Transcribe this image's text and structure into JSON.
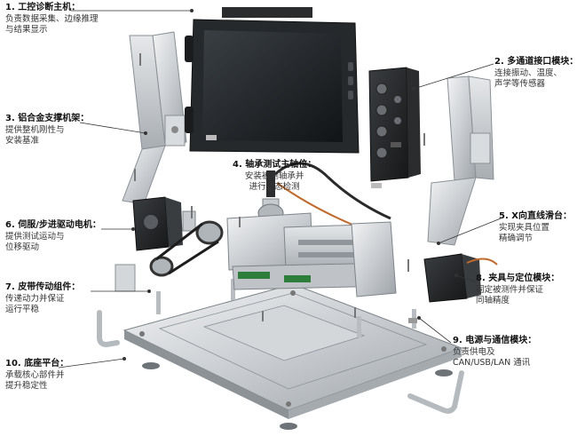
{
  "annotations": [
    {
      "id": "1",
      "title": "1. 工控诊断主机：",
      "lines": [
        "负责数据采集、边缘推理",
        "与结果显示"
      ]
    },
    {
      "id": "2",
      "title": "2. 多通道接口模块：",
      "lines": [
        "连接振动、温度、",
        "声学等传感器"
      ]
    },
    {
      "id": "3",
      "title": "3. 铝合金支撑机架：",
      "lines": [
        "提供整机刚性与",
        "安装基准"
      ]
    },
    {
      "id": "4",
      "title": "4. 轴承测试主轴位：",
      "lines": [
        "安装被测轴承并",
        "进行状态检测"
      ]
    },
    {
      "id": "5",
      "title": "5. X向直线滑台：",
      "lines": [
        "实现夹具位置",
        "精确调节"
      ]
    },
    {
      "id": "6",
      "title": "6. 伺服/步进驱动电机：",
      "lines": [
        "提供测试运动与",
        "位移驱动"
      ]
    },
    {
      "id": "7",
      "title": "7. 皮带传动组件：",
      "lines": [
        "传递动力并保证",
        "运行平稳"
      ]
    },
    {
      "id": "8",
      "title": "8. 夹具与定位模块：",
      "lines": [
        "固定被测件并保证",
        "同轴精度"
      ]
    },
    {
      "id": "9",
      "title": "9. 电源与通信模块：",
      "lines": [
        "负责供电及",
        "CAN/USB/LAN 通讯"
      ]
    },
    {
      "id": "10",
      "title": "10. 底座平台：",
      "lines": [
        "承载核心部件并",
        "提升稳定性"
      ]
    }
  ]
}
